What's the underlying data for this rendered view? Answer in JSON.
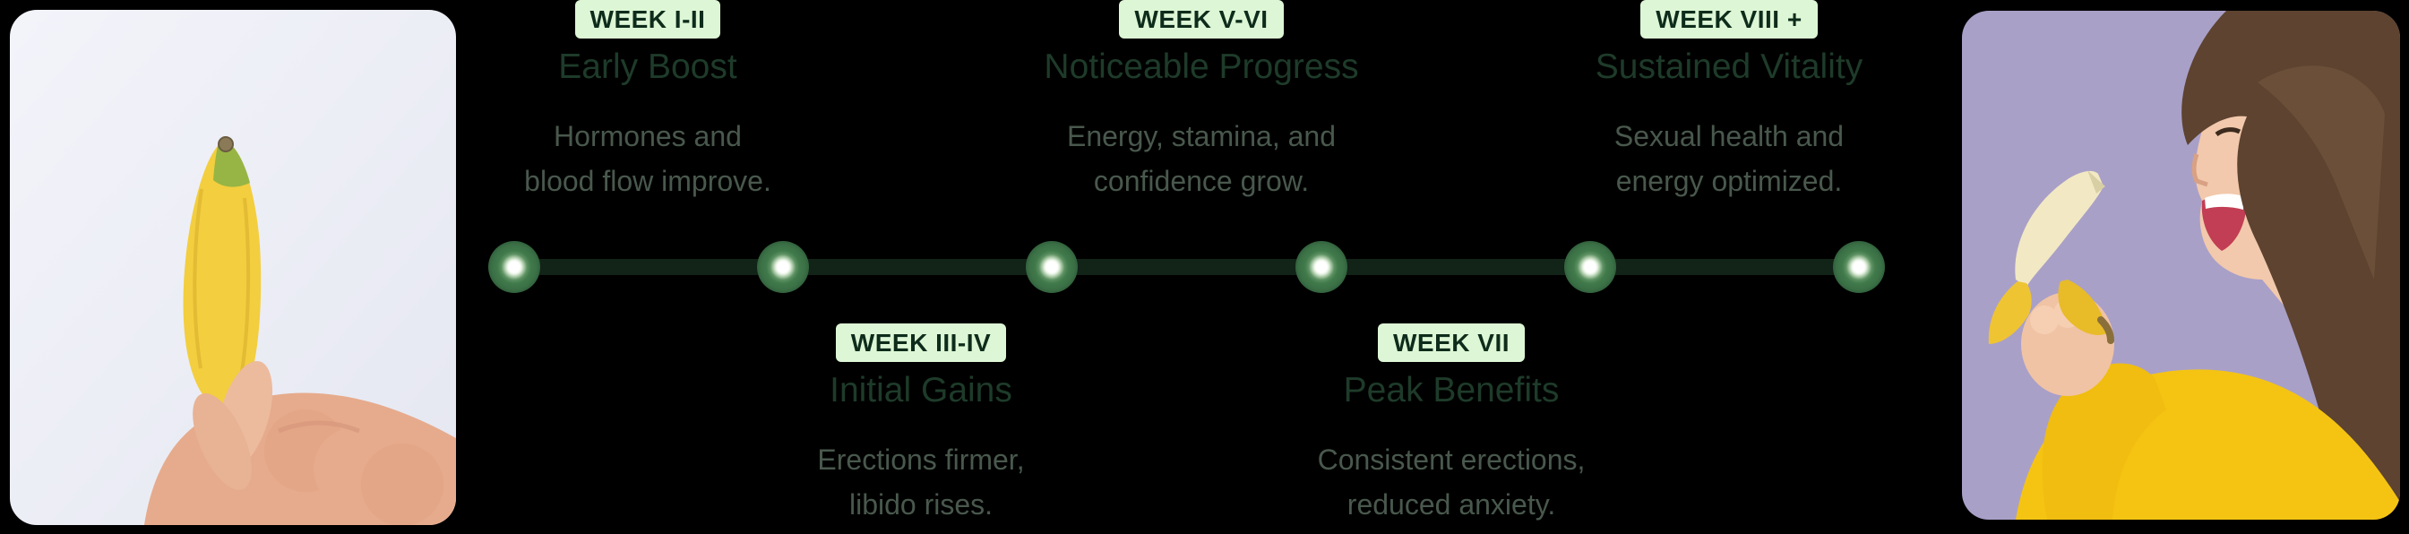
{
  "page": {
    "background_color": "#000000",
    "theme_colors": {
      "timeline_line": "#122318",
      "dot_ring_green": "#3a6f45",
      "dot_core": "#ffffff",
      "badge_background": "#ddf6d5",
      "badge_text": "#0e2c1b",
      "title_text": "#1e3b2a",
      "description_text": "#49584d",
      "left_photo_background": "#eef0f8",
      "right_photo_background": "#a9a0c8"
    }
  },
  "photos": {
    "left_alt": "Hand holding a very small banana between thumb and index finger",
    "right_alt": "Woman in yellow fuzzy sweater opening mouth to eat a half-peeled banana"
  },
  "timeline": {
    "dot_count": 6,
    "top_items": [
      {
        "week": "WEEK I-II",
        "title": "Early Boost",
        "desc": "Hormones and\nblood flow improve."
      },
      {
        "week": "WEEK V-VI",
        "title": "Noticeable Progress",
        "desc": "Energy, stamina, and\nconfidence grow."
      },
      {
        "week": "WEEK VIII +",
        "title": "Sustained Vitality",
        "desc": "Sexual health and\nenergy optimized."
      }
    ],
    "bottom_items": [
      {
        "week": "WEEK III-IV",
        "title": "Initial Gains",
        "desc": "Erections firmer,\nlibido rises."
      },
      {
        "week": "WEEK VII",
        "title": "Peak Benefits",
        "desc": "Consistent erections,\nreduced anxiety."
      }
    ]
  }
}
